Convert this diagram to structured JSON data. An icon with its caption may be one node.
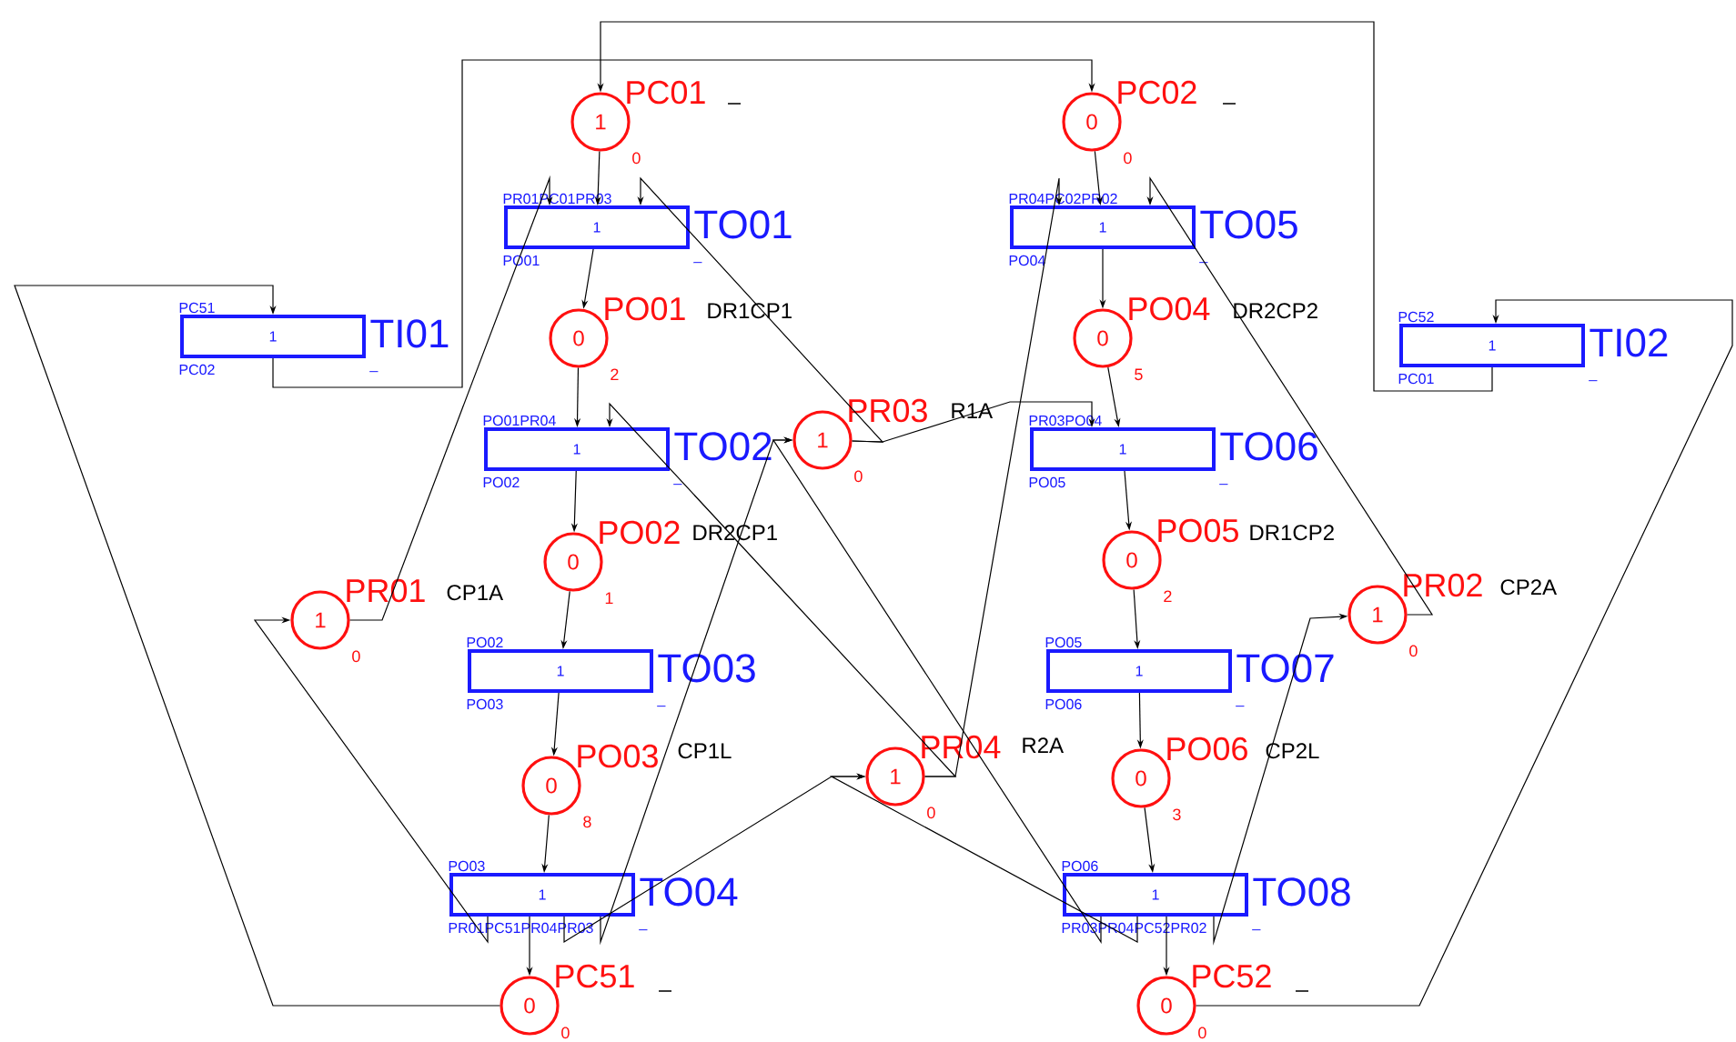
{
  "diagram": {
    "nodes": [
      {
        "text": [
          "1",
          "PC01"
        ],
        "beside": [
          "0"
        ]
      },
      {
        "text": [
          "0",
          "PC02"
        ],
        "beside": [
          "0"
        ]
      },
      {
        "text": [
          "1",
          "TO01"
        ],
        "beside": [
          "PR01PC01PR03",
          "PO01",
          "_"
        ]
      },
      {
        "text": [
          "1",
          "TO05"
        ],
        "beside": [
          "PR04PC02PR02",
          "PO04",
          "_"
        ]
      },
      {
        "text": [
          "1",
          "TI01"
        ],
        "beside": [
          "PC51",
          "PC02",
          "_"
        ]
      },
      {
        "text": [
          "0",
          "PO01"
        ],
        "beside": [
          "2"
        ]
      },
      {
        "text": [
          "0",
          "PO04"
        ],
        "beside": [
          "5"
        ]
      },
      {
        "text": [
          "1",
          "TI02"
        ],
        "beside": [
          "PC52",
          "PC01",
          "_"
        ]
      },
      {
        "text": [
          "1",
          "TO02"
        ],
        "beside": [
          "PO01PR04",
          "PO02",
          "_"
        ]
      },
      {
        "text": [
          "1",
          "PR03"
        ],
        "beside": [
          "0"
        ]
      },
      {
        "text": [
          "1",
          "TO06"
        ],
        "beside": [
          "PR03PO04",
          "PO05",
          "_"
        ]
      },
      {
        "text": [
          "0",
          "PO02"
        ],
        "beside": [
          "1"
        ]
      },
      {
        "text": [
          "0",
          "PO05"
        ],
        "beside": [
          "2"
        ]
      },
      {
        "text": [
          "1",
          "PR01"
        ],
        "beside": [
          "0"
        ]
      },
      {
        "text": [
          "1",
          "PR02"
        ],
        "beside": [
          "0"
        ]
      },
      {
        "text": [
          "1",
          "TO03"
        ],
        "beside": [
          "PO02",
          "PO03",
          "_"
        ]
      },
      {
        "text": [
          "1",
          "TO07"
        ],
        "beside": [
          "PO05",
          "PO06",
          "_"
        ]
      },
      {
        "text": [
          "0",
          "PO03"
        ],
        "beside": [
          "8"
        ]
      },
      {
        "text": [
          "1",
          "PR04"
        ],
        "beside": [
          "0"
        ]
      },
      {
        "text": [
          "0",
          "PO06"
        ],
        "beside": [
          "3"
        ]
      },
      {
        "text": [
          "1",
          "TO04"
        ],
        "beside": [
          "PO03",
          "PR01PC51PR04PR03",
          "_"
        ]
      },
      {
        "text": [
          "1",
          "TO08"
        ],
        "beside": [
          "PO06",
          "PR03PR04PC52PR02",
          "_"
        ]
      },
      {
        "text": [
          "0",
          "PC51"
        ],
        "beside": [
          "0"
        ]
      },
      {
        "text": [
          "0",
          "PC52"
        ],
        "beside": [
          "0"
        ]
      }
    ],
    "labels": [
      "_",
      "_",
      "DR1CP1",
      "DR2CP2",
      "R1A",
      "DR2CP1",
      "DR1CP2",
      "CP1A",
      "CP2A",
      "CP1L",
      "R2A",
      "CP2L",
      "_",
      "_"
    ],
    "edges": [
      {
        "from": 7,
        "to": 0,
        "arrow": "to"
      },
      {
        "from": 4,
        "to": 1,
        "arrow": "to"
      },
      {
        "from": 22,
        "to": 4,
        "arrow": "to"
      },
      {
        "from": 23,
        "to": 7,
        "arrow": "to"
      },
      {
        "from": 0,
        "to": 2,
        "arrow": "to"
      },
      {
        "from": 2,
        "to": 5,
        "arrow": "to"
      },
      {
        "from": 5,
        "to": 8,
        "arrow": "to"
      },
      {
        "from": 8,
        "to": 11,
        "arrow": "to"
      },
      {
        "from": 11,
        "to": 15,
        "arrow": "to"
      },
      {
        "from": 15,
        "to": 17,
        "arrow": "to"
      },
      {
        "from": 17,
        "to": 20,
        "arrow": "to"
      },
      {
        "from": 20,
        "to": 22,
        "arrow": "to"
      },
      {
        "from": 1,
        "to": 3,
        "arrow": "to"
      },
      {
        "from": 3,
        "to": 6,
        "arrow": "to"
      },
      {
        "from": 6,
        "to": 10,
        "arrow": "to"
      },
      {
        "from": 10,
        "to": 12,
        "arrow": "to"
      },
      {
        "from": 12,
        "to": 16,
        "arrow": "to"
      },
      {
        "from": 16,
        "to": 19,
        "arrow": "to"
      },
      {
        "from": 19,
        "to": 21,
        "arrow": "to"
      },
      {
        "from": 21,
        "to": 23,
        "arrow": "to"
      },
      {
        "from": 13,
        "to": 2,
        "arrow": "to"
      },
      {
        "from": 20,
        "to": 13,
        "arrow": "to"
      },
      {
        "from": 9,
        "to": 2,
        "arrow": "to"
      },
      {
        "from": 9,
        "to": 10,
        "arrow": "to"
      },
      {
        "from": 20,
        "to": 9,
        "arrow": "to"
      },
      {
        "from": 21,
        "to": 9,
        "arrow": "to"
      },
      {
        "from": 18,
        "to": 8,
        "arrow": "to"
      },
      {
        "from": 18,
        "to": 3,
        "arrow": "to"
      },
      {
        "from": 20,
        "to": 18,
        "arrow": "to"
      },
      {
        "from": 21,
        "to": 18,
        "arrow": "to"
      },
      {
        "from": 14,
        "to": 3,
        "arrow": "to"
      },
      {
        "from": 21,
        "to": 14,
        "arrow": "to"
      }
    ]
  }
}
